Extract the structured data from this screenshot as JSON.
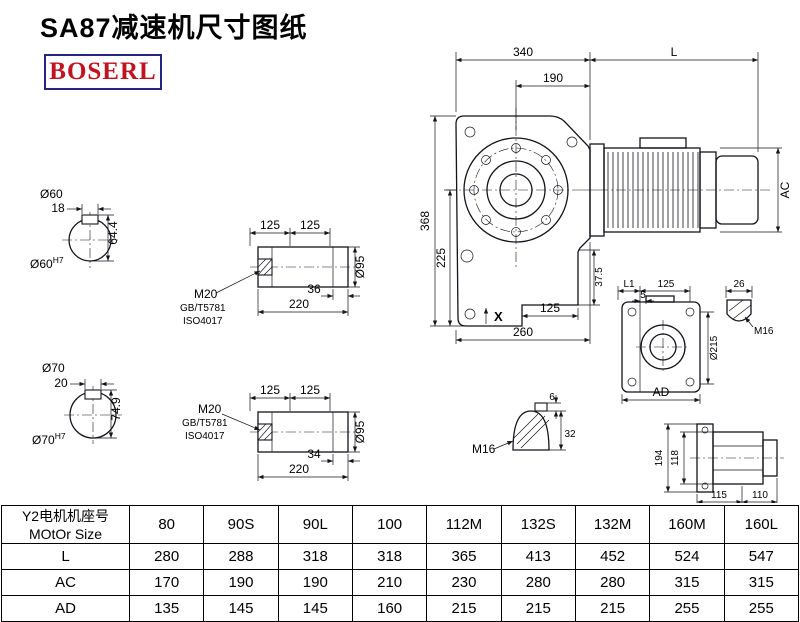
{
  "title": "SA87减速机尺寸图纸",
  "logo": "BOSERL",
  "front_view": {
    "dim_340": "340",
    "dim_L": "L",
    "dim_190": "190",
    "dim_368": "368",
    "dim_225": "225",
    "dim_37_5": "37.5",
    "dim_125": "125",
    "dim_260": "260",
    "dim_AC": "AC",
    "label_X": "X"
  },
  "shaft60": {
    "dia": "Ø60",
    "key_width": "18",
    "height_over_key": "64.4",
    "fit_dia": "Ø60",
    "fit_tol": "H7"
  },
  "shaft70": {
    "dia": "Ø70",
    "key_width": "20",
    "height_over_key": "74.9",
    "fit_dia": "Ø70",
    "fit_tol": "H7"
  },
  "input_shaft_top": {
    "dim_125_a": "125",
    "dim_125_b": "125",
    "thread": "M20",
    "std_gb": "GB/T5781",
    "std_iso": "ISO4017",
    "dim_36": "36",
    "dim_220": "220",
    "dia": "Ø95"
  },
  "input_shaft_bottom": {
    "dim_125_a": "125",
    "dim_125_b": "125",
    "thread": "M20",
    "std_gb": "GB/T5781",
    "std_iso": "ISO4017",
    "dim_34": "34",
    "dim_220": "220",
    "dia": "Ø95"
  },
  "side_view": {
    "dim_L1": "L1",
    "dim_125": "125",
    "dim_5": "5",
    "dim_26": "26",
    "thread": "M16",
    "dia": "Ø215",
    "dim_AD": "AD"
  },
  "shaft_end_detail": {
    "dim_6": "6",
    "dim_32": "32",
    "thread": "M16"
  },
  "output_view": {
    "dim_194": "194",
    "dim_118": "118",
    "dim_115": "115",
    "dim_110": "110"
  },
  "table": {
    "header_cn": "Y2电机机座号",
    "header_en": "MOtOr Size",
    "sizes": [
      "80",
      "90S",
      "90L",
      "100",
      "112M",
      "132S",
      "132M",
      "160M",
      "160L"
    ],
    "rows": [
      {
        "label": "L",
        "values": [
          "280",
          "288",
          "318",
          "318",
          "365",
          "413",
          "452",
          "524",
          "547"
        ]
      },
      {
        "label": "AC",
        "values": [
          "170",
          "190",
          "190",
          "210",
          "230",
          "280",
          "280",
          "315",
          "315"
        ]
      },
      {
        "label": "AD",
        "values": [
          "135",
          "145",
          "145",
          "160",
          "215",
          "215",
          "215",
          "255",
          "255"
        ]
      }
    ]
  }
}
